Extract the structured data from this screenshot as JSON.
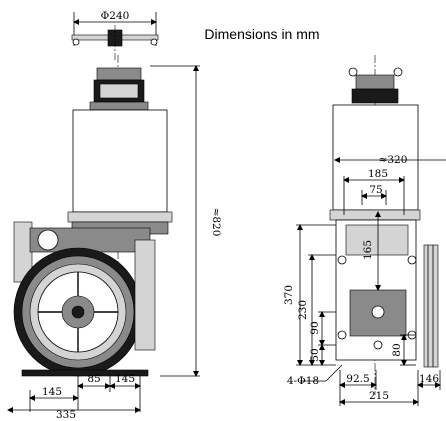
{
  "labels": {
    "flange_diameter": "Φ240",
    "units_note": "Dimensions in mm",
    "overall_height": "≈820",
    "dim_85": "85",
    "dim_145_right": "145",
    "dim_145_left": "145",
    "overall_width": "335",
    "side_width": "≈320",
    "dim_185": "185",
    "dim_75": "75",
    "dim_165": "165",
    "dim_370": "370",
    "dim_230": "230",
    "dim_90": "90",
    "dim_50": "50",
    "dim_80": "80",
    "bolt_holes": "4-Φ18",
    "dim_92_5": "92.5",
    "dim_146": "146",
    "dim_215": "215"
  }
}
